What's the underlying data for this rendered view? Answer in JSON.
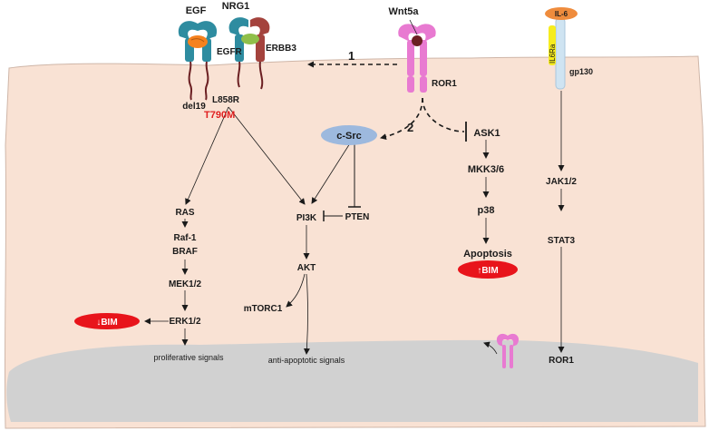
{
  "diagram": {
    "receptors": {
      "egf": "EGF",
      "nrg1": "NRG1",
      "egfr": "EGFR",
      "erbb3": "ERBB3",
      "del19": "del19",
      "l858r": "L858R",
      "t790m": "T790M",
      "wnt5a": "Wnt5a",
      "ror1_membrane": "ROR1",
      "il6": "IL-6",
      "il6ra": "IL6Ra",
      "gp130": "gp130"
    },
    "arrow_labels": {
      "one": "1",
      "two": "2"
    },
    "nodes": {
      "csrc": "c-Src",
      "ask1": "ASK1",
      "mkk": "MKK3/6",
      "p38": "p38",
      "apoptosis": "Apoptosis",
      "bim_up": "↑BIM",
      "ras": "RAS",
      "raf1": "Raf-1",
      "braf": "BRAF",
      "mek": "MEK1/2",
      "erk": "ERK1/2",
      "bim_down": "↓BIM",
      "pi3k": "PI3K",
      "pten": "PTEN",
      "akt": "AKT",
      "mtorc1": "mTORC1",
      "jak": "JAK1/2",
      "stat3": "STAT3",
      "ror1_nucleus": "ROR1",
      "proliferative": "proliferative signals",
      "anti_apoptotic": "anti-apoptotic signals"
    },
    "colors": {
      "cytoplasm": "#f9e2d4",
      "nucleus": "#d1d1d1",
      "egfr_teal": "#2e8ca0",
      "erbb3_red": "#a4433d",
      "ror1_pink": "#e87ad1",
      "wnt_dark": "#6b1f22",
      "csrc_blue": "#9db9de",
      "bim_red": "#e8141b",
      "il6_orange": "#ef8c3d",
      "il6ra_yellow": "#f6ec1e",
      "gp130_blue": "#cfe4f2",
      "t790m_red": "#e02020"
    }
  }
}
